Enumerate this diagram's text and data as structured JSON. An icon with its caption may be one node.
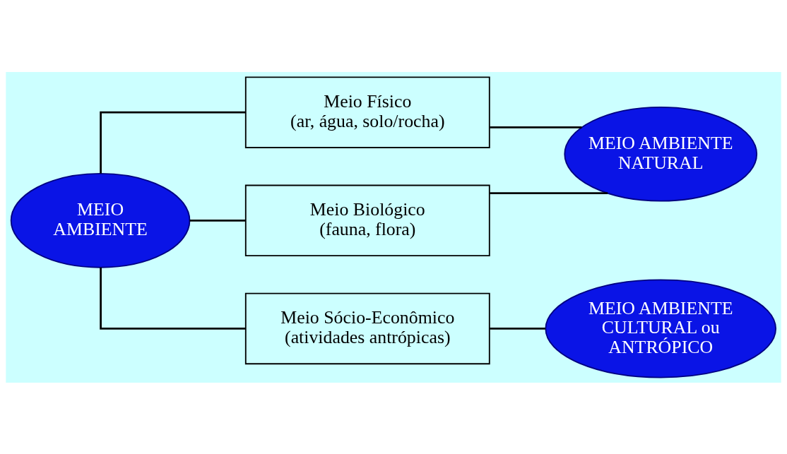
{
  "diagram": {
    "nodes": [
      {
        "text": [
          "MEIO AMBIENTE"
        ]
      },
      {
        "text": [
          "Meio Físico",
          "(ar, água, solo/rocha)"
        ]
      },
      {
        "text": [
          "Meio Biológico",
          "(fauna, flora)"
        ]
      },
      {
        "text": [
          "Meio Sócio-Econômico",
          "(atividades antrópicas)"
        ]
      },
      {
        "text": [
          "MEIO AMBIENTE NATURAL"
        ]
      },
      {
        "text": [
          "MEIO AMBIENTE CULTURAL ou ANTRÓPICO"
        ]
      }
    ],
    "edges": [
      {
        "from": 0,
        "to": 1,
        "arrow": "none"
      },
      {
        "from": 0,
        "to": 2,
        "arrow": "none"
      },
      {
        "from": 0,
        "to": 3,
        "arrow": "none"
      },
      {
        "from": 1,
        "to": 4,
        "arrow": "none"
      },
      {
        "from": 2,
        "to": 4,
        "arrow": "none"
      },
      {
        "from": 3,
        "to": 5,
        "arrow": "none"
      }
    ]
  }
}
